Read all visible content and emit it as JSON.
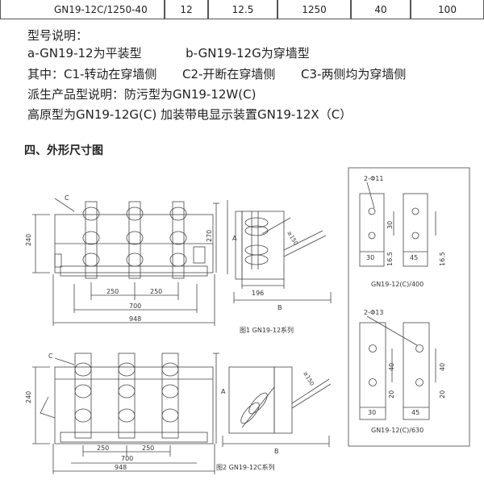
{
  "table": {
    "cells": [
      "GN19-12C/1250-40",
      "12",
      "12.5",
      "1250",
      "40",
      "100"
    ]
  },
  "notes": {
    "heading": "型号说明：",
    "a": "a-GN19-12为平装型",
    "b": "b-GN19-12G为穿墙型",
    "c_intro": "其中：C1-转动在穿墙侧",
    "c2": "C2-开断在穿墙侧",
    "c3": "C3-两侧均为穿墙侧",
    "derived": "派生产品型说明：防污型为GN19-12W(C)",
    "highaltitude": "高原型为GN19-12G(C) 加装带电显示装置GN19-12X（C）"
  },
  "section_title": "四、外形尺寸图",
  "fig1": {
    "caption": "图1 GN19-12系列",
    "dim_240": "240",
    "dim_270": "270",
    "dim_250a": "250",
    "dim_250b": "250",
    "dim_700": "700",
    "dim_948": "948",
    "label_c": "C",
    "label_a": "A",
    "side_196": "196",
    "side_b": "B",
    "side_150": "≥150"
  },
  "fig2": {
    "caption": "图2 GN19-12C系列",
    "dim_240": "240",
    "dim_250a": "250",
    "dim_250b": "250",
    "dim_700": "700",
    "dim_948": "948",
    "label_c": "C",
    "label_a": "A",
    "side_b": "B",
    "side_150": "≥150"
  },
  "detail400": {
    "hole": "2-Φ11",
    "d30v": "30",
    "d16": "16.5",
    "d30h": "30",
    "d45": "45",
    "d16b": "16.5",
    "caption": "GN19-12(C)/400"
  },
  "detail630": {
    "hole": "2-Φ13",
    "d40v": "40",
    "d20": "20",
    "d30h": "30",
    "d40v2": "40",
    "d45": "45",
    "d20b": "20",
    "caption": "GN19-12(C)/630"
  }
}
